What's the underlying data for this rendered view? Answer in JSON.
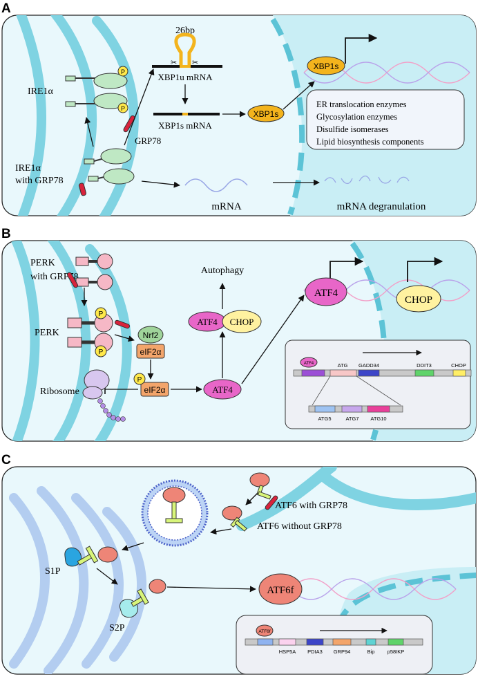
{
  "colors": {
    "cell_bg": "#e9f8fc",
    "er": "#7fd3e2",
    "er_dark": "#5cc3d6",
    "nucleus": "#c9eef5",
    "green_protein": "#bfe8c4",
    "pink_protein": "#f6b8c6",
    "red_atf6": "#ee8577",
    "grp78": "#d8243c",
    "yellow": "#ffe94a",
    "gold": "#f3b41d",
    "magenta": "#e866c8",
    "orange": "#f3a56b"
  },
  "panels": [
    {
      "letter": "A",
      "labels": {
        "ire1a_top": "IRE1α",
        "ire1a_bottom_1": "IRE1α",
        "ire1a_bottom_2": "with GRP78",
        "grp78": "GRP78",
        "bp26": "26bp",
        "xbp1u": "XBP1u mRNA",
        "xbp1s_mrna": "XBP1s mRNA",
        "xbp1s_cyto": "XBP1s",
        "xbp1s_nuc": "XBP1s",
        "mrna": "mRNA",
        "degranulation": "mRNA degranulation",
        "phospho": "P"
      },
      "targets": [
        "ER translocation enzymes",
        "Glycosylation enzymes",
        "Disulfide isomerases",
        "Lipid biosynthesis components"
      ]
    },
    {
      "letter": "B",
      "labels": {
        "perk_1": "PERK",
        "perk_2": "with GRP78",
        "perk": "PERK",
        "nrf2": "Nrf2",
        "eif2a_top": "eIF2α",
        "eif2a_bottom": "eIF2α",
        "ribosome": "Ribosome",
        "atf4_center": "ATF4",
        "atf4_complex": "ATF4",
        "chop_complex": "CHOP",
        "autophagy": "Autophagy",
        "atf4_nuc": "ATF4",
        "chop_nuc": "CHOP",
        "phospho": "P"
      },
      "gene_box": {
        "tf": "ATF4",
        "genes": [
          "ATG",
          "GADD34",
          "DDIT3",
          "CHOP"
        ],
        "sub_genes": [
          "ATG5",
          "ATG7",
          "ATG10"
        ]
      }
    },
    {
      "letter": "C",
      "labels": {
        "atf6_with": "ATF6 with GRP78",
        "atf6_without": "ATF6 without GRP78",
        "s1p": "S1P",
        "s2p": "S2P",
        "atf6f": "ATF6f"
      },
      "gene_box": {
        "tf": "ATF6f",
        "genes": [
          "HSP5A",
          "PDIA3",
          "GRP94",
          "Bip",
          "p58IKP"
        ]
      }
    }
  ]
}
